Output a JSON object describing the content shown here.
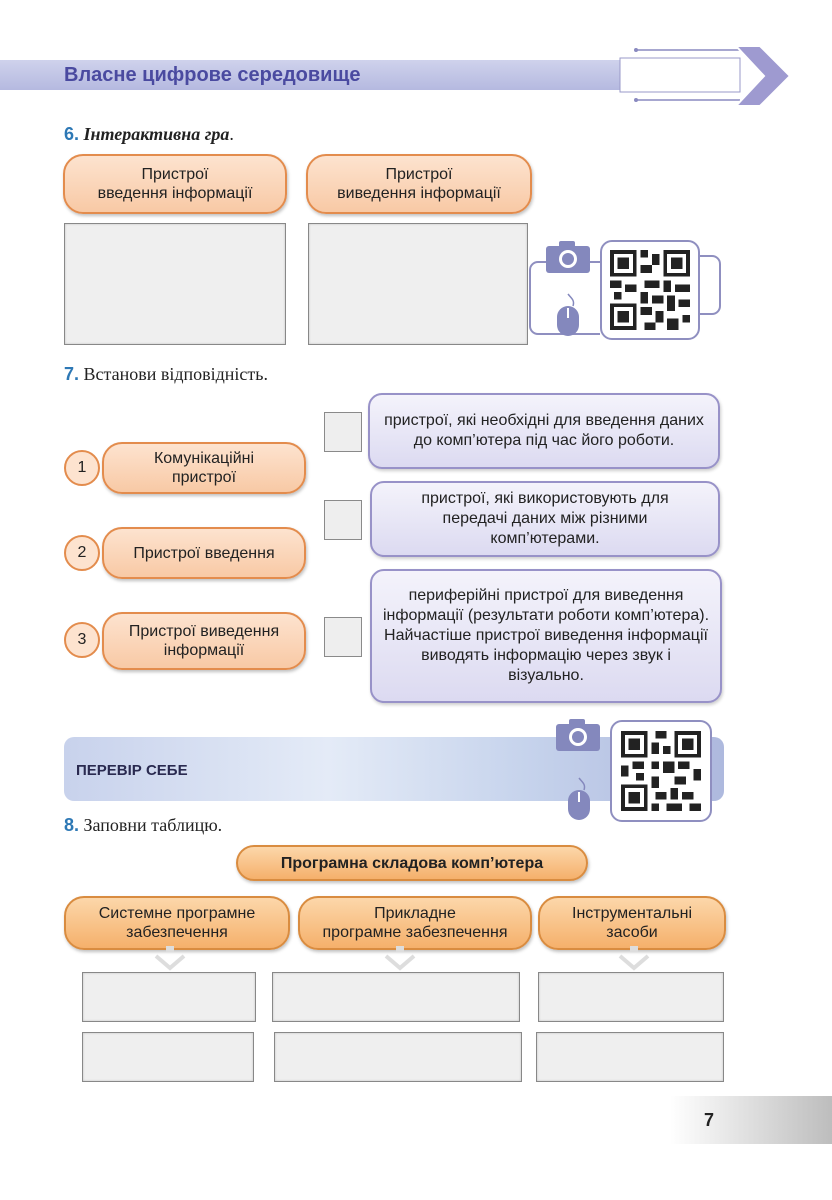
{
  "header": {
    "title": "Власне цифрове середовище"
  },
  "task6": {
    "number": "6.",
    "title": "Інтерактивна гра",
    "tail": ".",
    "columns": [
      "Пристрої\nвведення інформації",
      "Пристрої\nвиведення інформації"
    ]
  },
  "task7": {
    "number": "7.",
    "title": "Встанови відповідність.",
    "items": [
      {
        "num": "1",
        "label": "Комунікаційні\nпристрої"
      },
      {
        "num": "2",
        "label": "Пристрої введення"
      },
      {
        "num": "3",
        "label": "Пристрої виведення\nінформації"
      }
    ],
    "definitions": [
      "пристрої, які необхідні для введення даних до комп’ютера під час його роботи.",
      "пристрої, які використовують для передачі даних між різними комп’ютерами.",
      "периферійні пристрої для виведення інформації (результати роботи комп’ютера). Найчастіше пристрої виведення інформації виводять інформацію через звук і візуально."
    ]
  },
  "check": {
    "title": "ПЕРЕВІР СЕБЕ"
  },
  "task8": {
    "number": "8.",
    "title": "Заповни таблицю.",
    "root": "Програмна складова комп’ютера",
    "columns": [
      "Системне програмне\nзабезпечення",
      "Прикладне\nпрограмне забезпечення",
      "Інструментальні\nзасоби"
    ]
  },
  "page": {
    "number": "7"
  },
  "icons": {
    "camera": "camera-icon",
    "mouse": "mouse-icon",
    "qr": "qr-code-icon"
  },
  "colors": {
    "accent_blue": "#2d78b5",
    "orange_border": "#e38c4d",
    "lavender_border": "#9892c8",
    "header_text": "#4a4aa0"
  }
}
